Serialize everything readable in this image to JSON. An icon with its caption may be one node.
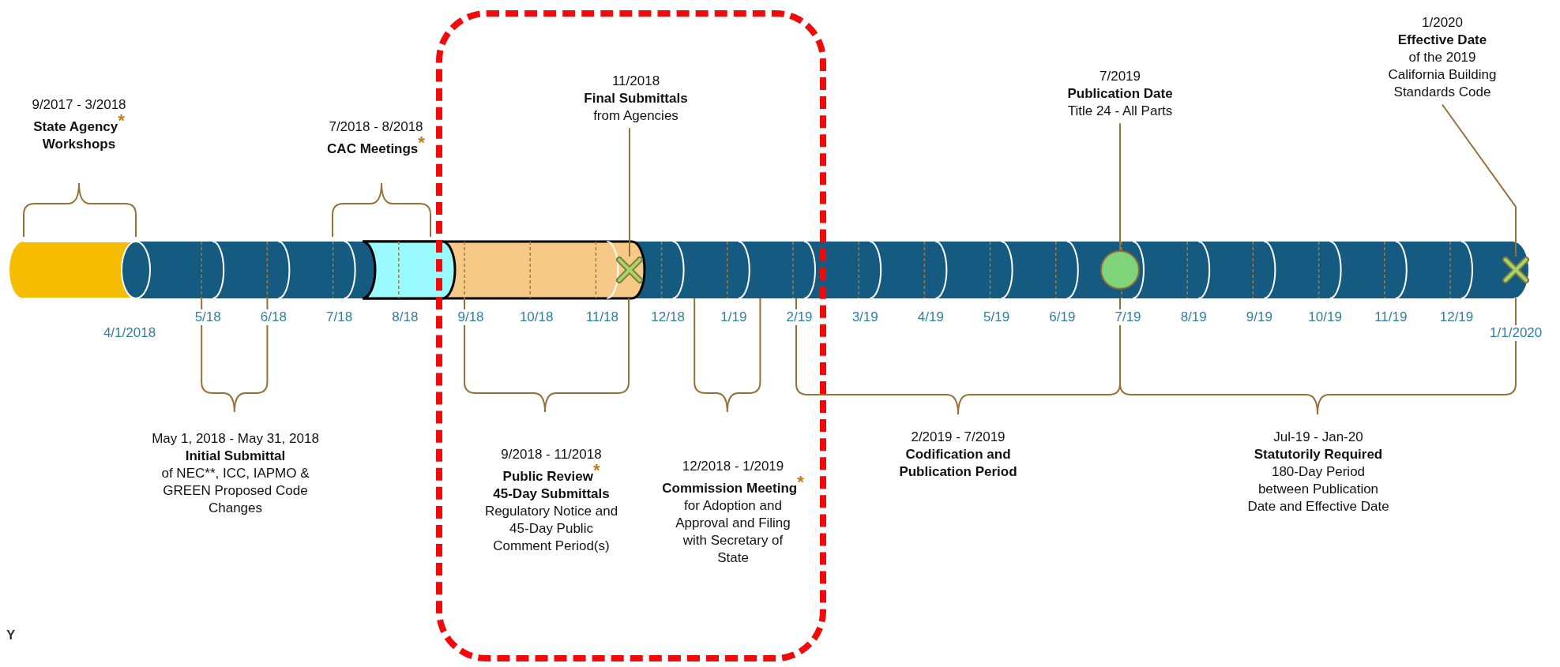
{
  "diagram": {
    "nodes": [
      {
        "text": [
          "9/2017 - 3/2018",
          "State Agency$^{*}$ Workshops"
        ]
      },
      {
        "text": [
          "7/2018 - 8/2018",
          "CAC Meetings$^{*}$"
        ]
      },
      {
        "text": [],
        "shape": "box"
      },
      {
        "text": [
          "11/2018",
          "Final Submittals",
          "from Agencies"
        ],
        "in": 2
      },
      {
        "text": [
          "7/2019",
          "Publication Date",
          "Title 24 - All Parts"
        ]
      },
      {
        "text": [
          "1/2020",
          "Effective Date",
          "of the 2019 California Building Standards Code"
        ]
      },
      {
        "text": [],
        "shape": "cross",
        "in": 2
      },
      {
        "text": [],
        "shape": "circle"
      },
      {
        "text": [],
        "shape": "cross"
      },
      {
        "text": [
          "May 1, 2018 - May 31, 2018",
          "Initial Submittal",
          "of NEC**, ICC, IAPMO & GREEN Proposed Code Changes"
        ]
      },
      {
        "text": [
          "9/2018 - 11/2018",
          "Public Review$^{*}$",
          "45-Day Submittals",
          "Regulatory Notice and 45-Day Public Comment Period(s)"
        ],
        "in": 2
      },
      {
        "text": [
          "12/2018 - 1/2019",
          "Commission Meeting$^{*}$",
          "for Adoption and Approval and Filing with Secretary of State"
        ],
        "in": 2
      },
      {
        "text": [
          "2/2019 - 7/2019",
          "Codification and Publication Period"
        ]
      },
      {
        "text": [
          "Jul-19 - Jan-20",
          "Statutorily Required",
          "180-Day Period between Publication Date and Effective Date"
        ]
      }
    ],
    "edges": [
      {
        "from": 3,
        "to": 6,
        "arrow": "none"
      },
      {
        "from": 4,
        "to": 7,
        "arrow": "none"
      },
      {
        "from": 5,
        "to": 8,
        "arrow": "none"
      }
    ],
    "labels": [
      "4/1/2018",
      "5/18",
      "6/18",
      "7/18",
      "8/18",
      "9/18",
      "10/18",
      "11/18",
      "12/18",
      "1/19",
      "2/19",
      "3/19",
      "4/19",
      "5/19",
      "6/19",
      "7/19",
      "8/19",
      "9/19",
      "10/19",
      "11/19",
      "12/19",
      "1/1/2020",
      "Y"
    ]
  }
}
